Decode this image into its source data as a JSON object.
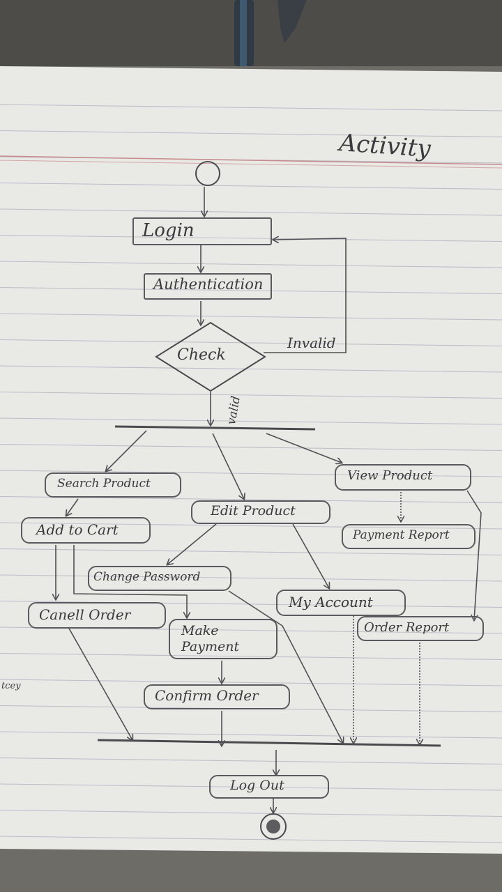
{
  "page": {
    "title": "Activity",
    "margin_note": "tcey"
  },
  "diagram": {
    "nodes": {
      "login": "Login",
      "authentication": "Authentication",
      "check": "Check",
      "search_product": "Search Product",
      "add_to_cart": "Add to Cart",
      "cancel_order": "Canell Order",
      "make_payment": "Make Payment",
      "confirm_order": "Confirm Order",
      "edit_product": "Edit Product",
      "change_password": "Change Password",
      "my_account": "My Account",
      "view_product": "View Product",
      "payment_report": "Payment Report",
      "order_report": "Order Report",
      "log_out": "Log Out"
    },
    "edges": {
      "invalid": "Invalid",
      "valid": "valid"
    }
  },
  "colors": {
    "paper": "#e9e9e6",
    "pencil": "#4a4a4e",
    "red_rule": "#c98b8b",
    "rule": "#b9bcc7"
  }
}
